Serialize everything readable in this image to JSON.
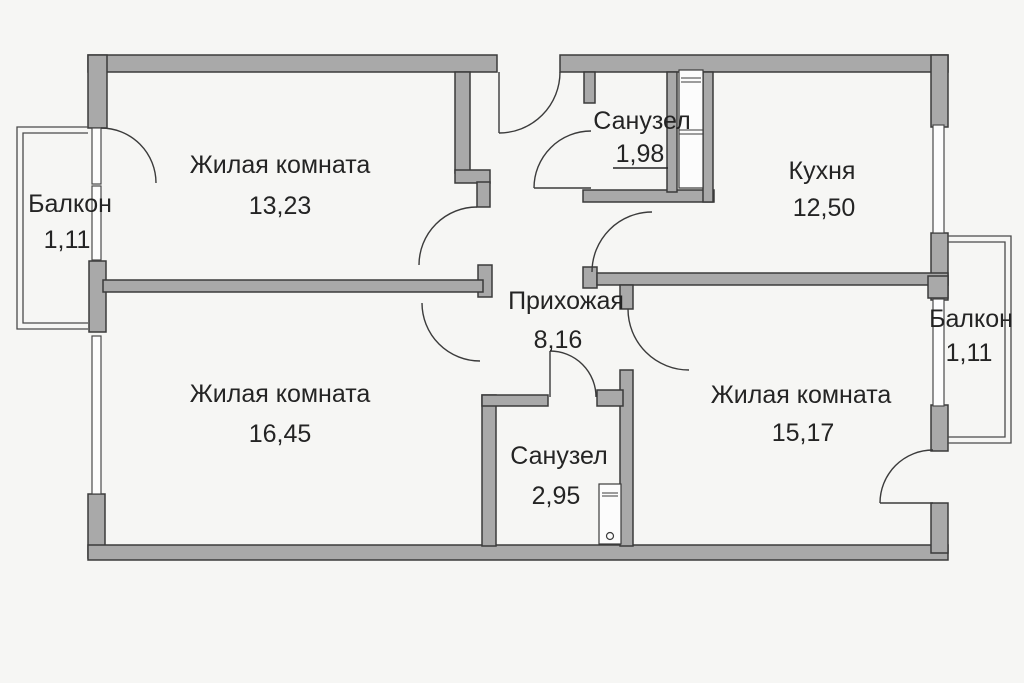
{
  "colors": {
    "wall_fill": "#a9a9a9",
    "wall_stroke": "#3b3b3b",
    "background": "#f6f6f4",
    "text": "#242424",
    "line": "#4a4a4a"
  },
  "rooms": {
    "living_top_left": {
      "label": "Жилая комната",
      "area": "13,23"
    },
    "living_bottom_left": {
      "label": "Жилая комната",
      "area": "16,45"
    },
    "living_bottom_right": {
      "label": "Жилая комната",
      "area": "15,17"
    },
    "kitchen": {
      "label": "Кухня",
      "area": "12,50"
    },
    "bathroom_top": {
      "label": "Санузел",
      "area": "1,98"
    },
    "bathroom_bottom": {
      "label": "Санузел",
      "area": "2,95"
    },
    "hallway": {
      "label": "Прихожая",
      "area": "8,16"
    },
    "balcony_left": {
      "label": "Балкон",
      "area": "1,11"
    },
    "balcony_right": {
      "label": "Балкон",
      "area": "1,11"
    }
  }
}
